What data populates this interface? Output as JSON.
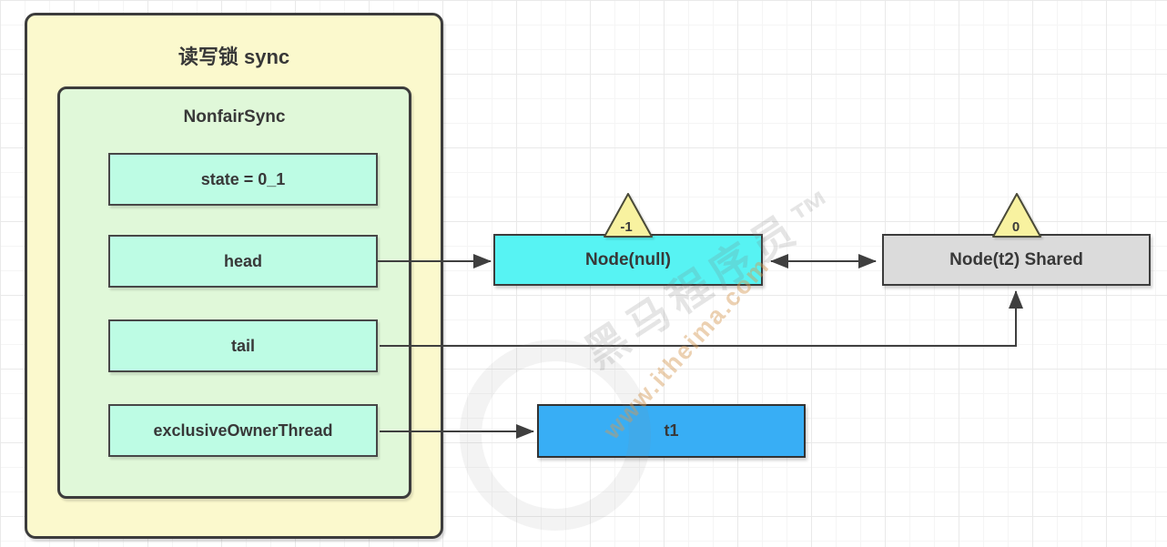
{
  "diagram": {
    "outer": {
      "title": "读写锁 sync"
    },
    "inner": {
      "title": "NonfairSync"
    },
    "fields": [
      {
        "id": "state",
        "label": "state = 0_1"
      },
      {
        "id": "head",
        "label": "head"
      },
      {
        "id": "tail",
        "label": "tail"
      },
      {
        "id": "exclusiveOwnerThread",
        "label": "exclusiveOwnerThread"
      }
    ],
    "nodes": [
      {
        "id": "node-null",
        "label": "Node(null)",
        "badge": "-1",
        "fill": "#57f3f3"
      },
      {
        "id": "node-t2",
        "label": "Node(t2) Shared",
        "badge": "0",
        "fill": "#dbdbdb"
      },
      {
        "id": "t1",
        "label": "t1",
        "fill": "#38aef5"
      }
    ],
    "edges": [
      {
        "from": "head",
        "to": "node-null",
        "type": "arrow"
      },
      {
        "from": "node-null",
        "to": "node-t2",
        "type": "double-arrow"
      },
      {
        "from": "tail",
        "to": "node-t2",
        "type": "arrow-up-into-bottom"
      },
      {
        "from": "exclusiveOwnerThread",
        "to": "t1",
        "type": "arrow"
      }
    ],
    "watermark": {
      "brand": "黑马程序员™",
      "url": "www.itheima.com"
    },
    "colors": {
      "outer_fill": "#fbf9cd",
      "inner_fill": "#e0f8d9",
      "field_fill": "#bdfce4",
      "node_null_fill": "#57f3f3",
      "node_t2_fill": "#dbdbdb",
      "t1_fill": "#38aef5",
      "triangle_fill": "#f8f2a0",
      "border": "#3c3c3c",
      "line": "#3f3f3f",
      "background_grid_minor": "#f5f5f5",
      "background_grid_major": "#e9e9e9"
    }
  }
}
